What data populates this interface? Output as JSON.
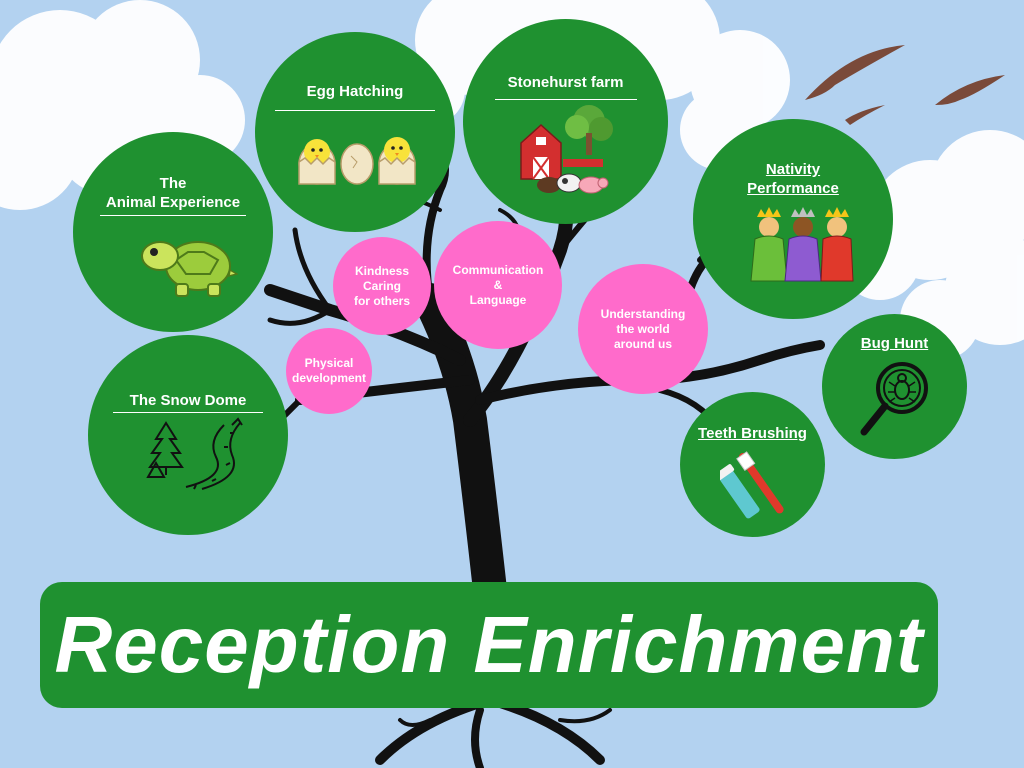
{
  "title": "Reception Enrichment",
  "colors": {
    "sky": "#b3d2f0",
    "green": "#1f9130",
    "pink": "#ff6bcb",
    "trunk": "#111111",
    "white": "#ffffff"
  },
  "green_circles": {
    "animal": {
      "line1": "The",
      "line2": "Animal Experience",
      "icon": "tortoise-icon"
    },
    "egg": {
      "label": "Egg Hatching",
      "icon": "hatching-chicks-icon"
    },
    "farm": {
      "label": "Stonehurst farm",
      "icon": "farm-barn-icon"
    },
    "nativity": {
      "line1": "Nativity",
      "line2": "Performance",
      "icon": "three-kings-icon"
    },
    "bug": {
      "label": "Bug Hunt",
      "icon": "magnifier-bug-icon"
    },
    "teeth": {
      "label": "Teeth Brushing",
      "icon": "toothbrush-icon"
    },
    "snow": {
      "label": "The Snow Dome",
      "icon": "ski-slope-icon"
    }
  },
  "pink_circles": {
    "kindness": [
      "Kindness",
      "Caring",
      "for others"
    ],
    "communication": [
      "Communication",
      "&",
      "Language"
    ],
    "physical": [
      "Physical",
      "development"
    ],
    "understanding": [
      "Understanding",
      "the world",
      "around us"
    ]
  }
}
